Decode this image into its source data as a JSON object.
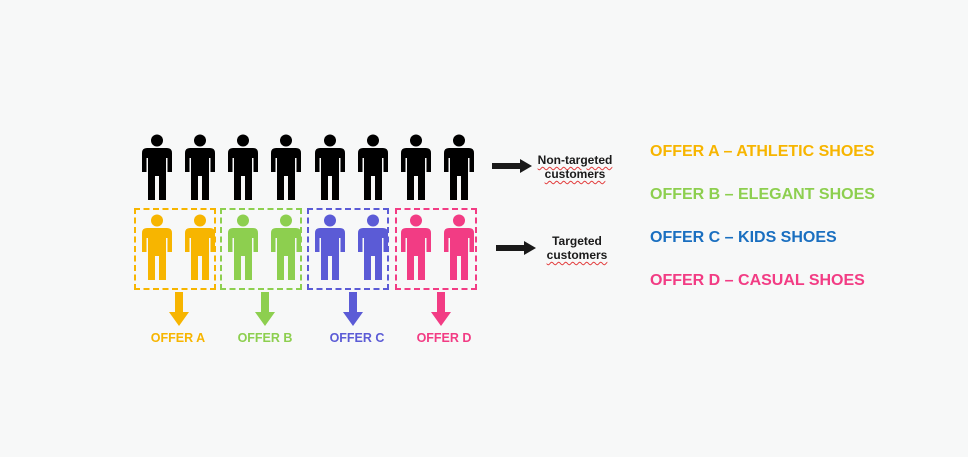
{
  "non_targeted": {
    "line1": "Non-targeted",
    "line2": "customers",
    "color": "#000000"
  },
  "targeted": {
    "line1": "Targeted",
    "line2": "customers"
  },
  "groups": [
    {
      "label": "OFFER A",
      "color": "#f7b500"
    },
    {
      "label": "OFFER B",
      "color": "#8dcf4f"
    },
    {
      "label": "OFFER C",
      "color": "#5b5bd6"
    },
    {
      "label": "OFFER D",
      "color": "#f23c84"
    }
  ],
  "legend": [
    {
      "text": "OFFER A – ATHLETIC SHOES",
      "color": "#f7b500"
    },
    {
      "text": "OFFER B – ELEGANT SHOES",
      "color": "#8dcf4f"
    },
    {
      "text": "OFFER C – KIDS SHOES",
      "color": "#1a6fc0"
    },
    {
      "text": "OFFER D – CASUAL SHOES",
      "color": "#f23c84"
    }
  ]
}
